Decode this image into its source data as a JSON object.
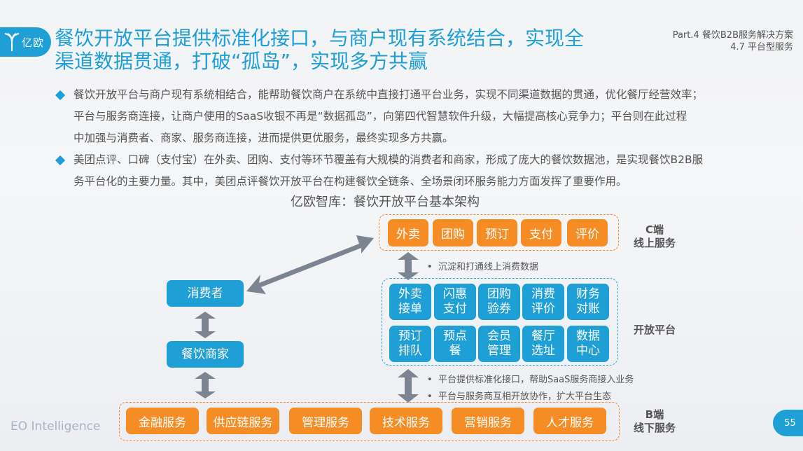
{
  "header": {
    "logo_text": "亿欧",
    "title_line1": "餐饮开放平台提供标准化接口，与商户现有系统结合，实现全",
    "title_line2": "渠道数据贯通，打破“孤岛”，实现多方共赢",
    "part_line1": "Part.4 餐饮B2B服务解决方案",
    "part_line2": "4.7 平台型服务"
  },
  "bullets": [
    {
      "icon": "diamond-bullet-icon",
      "lines": [
        "餐饮开放平台与商户现有系统相结合，能帮助餐饮商户在系统中直接打通平台业务，实现不同渠道数据的贯通，优化餐厅经营效率；",
        "平台与服务商连接，让商户使用的SaaS收银不再是“数据孤岛”，向第四代智慧软件升级，大幅提高核心竞争力；平台则在此过程",
        "中加强与消费者、商家、服务商连接，进而提供更优服务，最终实现多方共赢。"
      ]
    },
    {
      "icon": "diamond-bullet-icon",
      "lines": [
        "美团点评、口碑（支付宝）在外卖、团购、支付等环节覆盖有大规模的消费者和商家，形成了庞大的餐饮数据池，是实现餐饮B2B服",
        "务平台化的主要力量。其中，美团点评餐饮开放平台在构建餐饮全链条、全场景闭环服务能力方面发挥了重要作用。"
      ]
    }
  ],
  "diagram": {
    "title": "亿欧智库：餐饮开放平台基本架构",
    "c_side": {
      "label_line1": "C端",
      "label_line2": "线上服务",
      "items": [
        "外卖",
        "团购",
        "预订",
        "支付",
        "评价"
      ]
    },
    "c_note": "沉淀和打通线上消费数据",
    "platform": {
      "label": "开放平台",
      "row1": [
        {
          "l1": "外卖",
          "l2": "接单"
        },
        {
          "l1": "闪惠",
          "l2": "支付"
        },
        {
          "l1": "团购",
          "l2": "验券"
        },
        {
          "l1": "消费",
          "l2": "评价"
        },
        {
          "l1": "财务",
          "l2": "对账"
        }
      ],
      "row2": [
        {
          "l1": "预订",
          "l2": "排队"
        },
        {
          "l1": "预点",
          "l2": "餐"
        },
        {
          "l1": "会员",
          "l2": "管理"
        },
        {
          "l1": "餐厅",
          "l2": "选址"
        },
        {
          "l1": "数据",
          "l2": "中心"
        }
      ]
    },
    "b_notes": [
      "平台提供标准化接口，帮助SaaS服务商接入业务",
      "平台与服务商互相开放协作，扩大平台生态"
    ],
    "b_side": {
      "label_line1": "B端",
      "label_line2": "线下服务",
      "items": [
        "金融服务",
        "供应链服务",
        "管理服务",
        "技术服务",
        "营销服务",
        "人才服务"
      ]
    },
    "consumer": "消费者",
    "merchant": "餐饮商家"
  },
  "footer": {
    "brand": "EO Intelligence",
    "page_number": "55"
  },
  "colors": {
    "brand_blue": "#1e9fd6",
    "orange": "#f68c24",
    "arrow_gray": "#7d8491"
  }
}
